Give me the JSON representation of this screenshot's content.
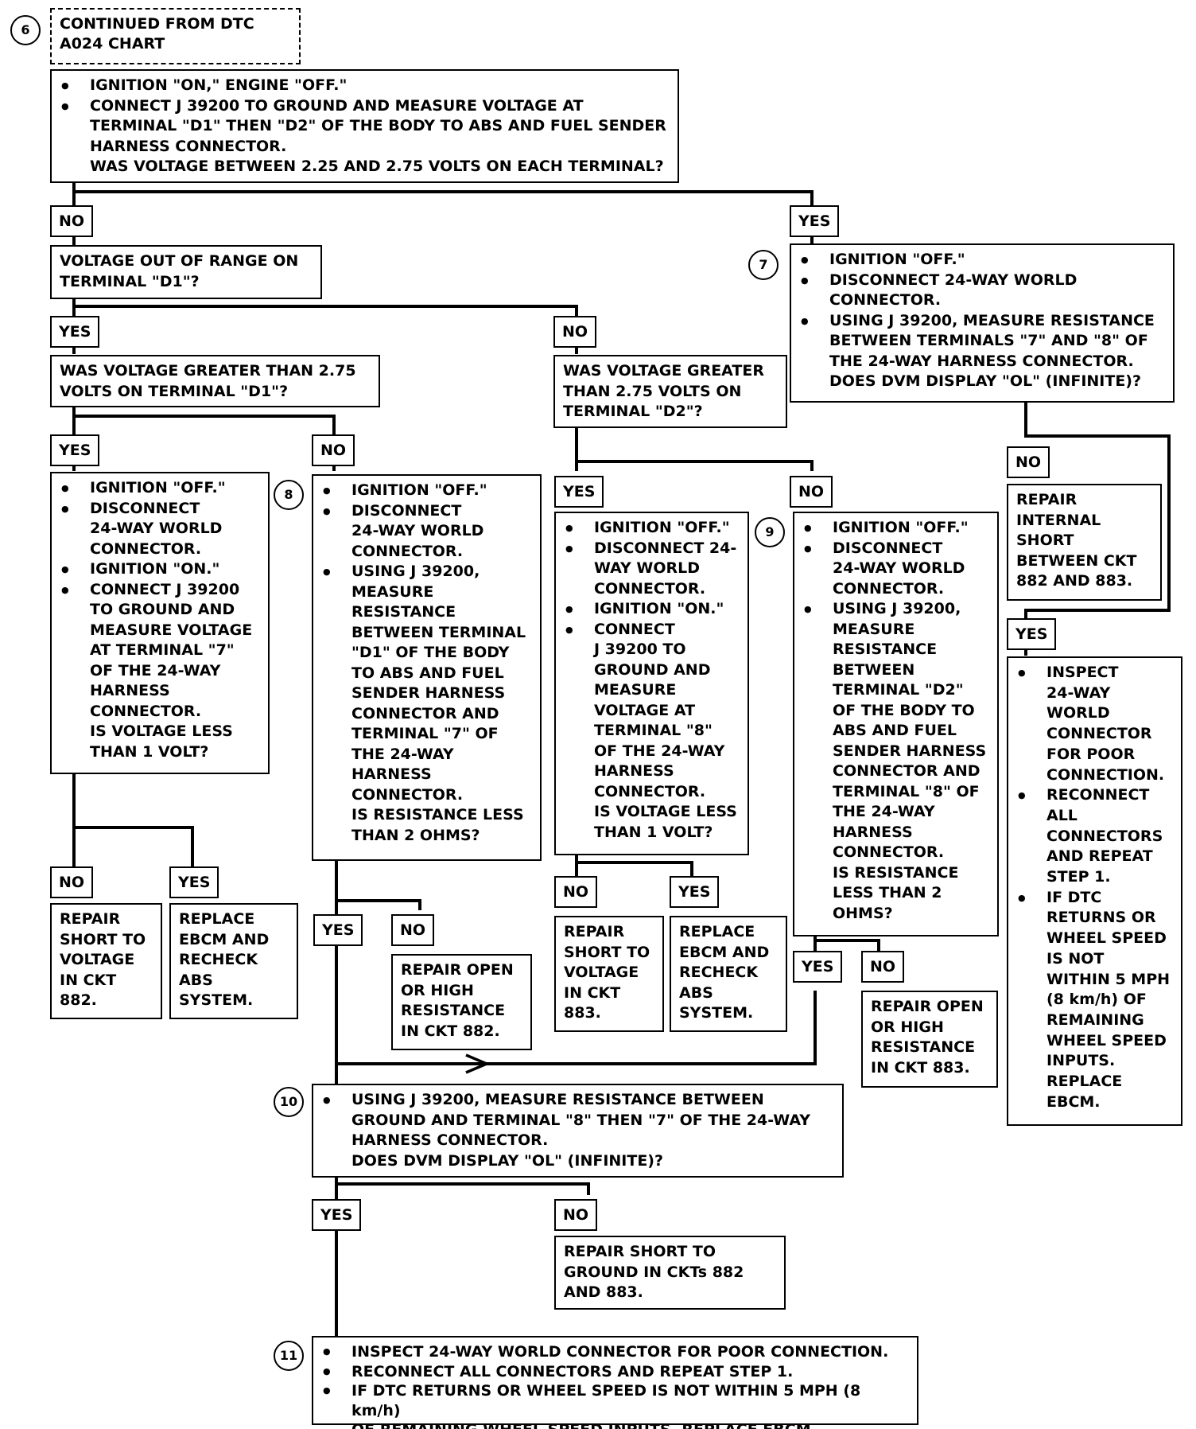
{
  "header": {
    "step": "6",
    "continued": [
      "CONTINUED FROM DTC",
      "A024 CHART"
    ]
  },
  "main_step": {
    "bullets": [
      "IGNITION \"ON,\" ENGINE \"OFF.\"",
      "CONNECT J 39200 TO GROUND AND MEASURE VOLTAGE AT",
      "TERMINAL \"D1\" THEN \"D2\" OF THE BODY TO ABS AND FUEL SENDER",
      "HARNESS CONNECTOR.",
      "WAS VOLTAGE BETWEEN 2.25 AND 2.75 VOLTS ON EACH TERMINAL?"
    ]
  },
  "answers": {
    "yes": "YES",
    "no": "NO"
  },
  "q_d1_range": [
    "VOLTAGE OUT OF RANGE ON",
    "TERMINAL \"D1\"?"
  ],
  "q_d1_greater": [
    "WAS VOLTAGE GREATER THAN 2.75",
    "VOLTS ON TERMINAL \"D1\"?"
  ],
  "q_d2_greater": [
    "WAS VOLTAGE GREATER",
    "THAN 2.75 VOLTS ON",
    "TERMINAL \"D2\"?"
  ],
  "step7": {
    "num": "7",
    "lines": [
      "IGNITION \"OFF.\"",
      "DISCONNECT 24-WAY WORLD",
      "CONNECTOR.",
      "USING J 39200, MEASURE RESISTANCE",
      "BETWEEN TERMINALS \"7\" AND \"8\" OF",
      "THE 24-WAY HARNESS CONNECTOR.",
      "DOES DVM DISPLAY \"OL\" (INFINITE)?"
    ]
  },
  "box_d1_voltage": {
    "lines": [
      "IGNITION \"OFF.\"",
      "DISCONNECT",
      "24-WAY WORLD",
      "CONNECTOR.",
      "IGNITION \"ON.\"",
      "CONNECT J 39200",
      "TO GROUND AND",
      "MEASURE VOLTAGE",
      "AT TERMINAL \"7\"",
      "OF THE 24-WAY",
      "HARNESS",
      "CONNECTOR.",
      "IS VOLTAGE LESS",
      "THAN 1 VOLT?"
    ]
  },
  "step8": {
    "num": "8",
    "lines": [
      "IGNITION \"OFF.\"",
      "DISCONNECT",
      "24-WAY WORLD",
      "CONNECTOR.",
      "USING J 39200,",
      "MEASURE",
      "RESISTANCE",
      "BETWEEN TERMINAL",
      "\"D1\" OF THE BODY",
      "TO ABS AND FUEL",
      "SENDER HARNESS",
      "CONNECTOR AND",
      "TERMINAL \"7\" OF",
      "THE 24-WAY",
      "HARNESS",
      "CONNECTOR.",
      "IS RESISTANCE LESS",
      "THAN 2 OHMS?"
    ]
  },
  "box_d2_voltage": {
    "lines": [
      "IGNITION \"OFF.\"",
      "DISCONNECT 24-",
      "WAY WORLD",
      "CONNECTOR.",
      "IGNITION \"ON.\"",
      "CONNECT",
      "J 39200 TO",
      "GROUND AND",
      "MEASURE",
      "VOLTAGE AT",
      "TERMINAL \"8\"",
      "OF THE 24-WAY",
      "HARNESS",
      "CONNECTOR.",
      "IS VOLTAGE LESS",
      "THAN 1 VOLT?"
    ]
  },
  "step9": {
    "num": "9",
    "lines": [
      "IGNITION \"OFF.\"",
      "DISCONNECT",
      "24-WAY WORLD",
      "CONNECTOR.",
      "USING J 39200,",
      "MEASURE",
      "RESISTANCE",
      "BETWEEN",
      "TERMINAL \"D2\"",
      "OF THE BODY TO",
      "ABS AND FUEL",
      "SENDER HARNESS",
      "CONNECTOR AND",
      "TERMINAL \"8\" OF",
      "THE 24-WAY",
      "HARNESS",
      "CONNECTOR.",
      "IS RESISTANCE",
      "LESS THAN 2",
      "OHMS?"
    ]
  },
  "repair_internal_short": [
    "REPAIR",
    "INTERNAL",
    "SHORT",
    "BETWEEN CKT",
    "882 AND 883."
  ],
  "inspect_right": {
    "lines": [
      "INSPECT",
      "24-WAY",
      "WORLD",
      "CONNECTOR",
      "FOR POOR",
      "CONNECTION.",
      "RECONNECT",
      "ALL",
      "CONNECTORS",
      "AND REPEAT",
      "STEP 1.",
      "IF DTC",
      "RETURNS OR",
      "WHEEL SPEED",
      "IS NOT",
      "WITHIN 5 MPH",
      "(8 km/h) OF",
      "REMAINING",
      "WHEEL SPEED",
      "INPUTS.",
      "REPLACE",
      "EBCM."
    ]
  },
  "repair_short_voltage_882": [
    "REPAIR",
    "SHORT TO",
    "VOLTAGE",
    "IN CKT",
    "882."
  ],
  "replace_ebcm_1": [
    "REPLACE",
    "EBCM AND",
    "RECHECK",
    "ABS",
    "SYSTEM."
  ],
  "repair_open_882": [
    "REPAIR OPEN",
    "OR HIGH",
    "RESISTANCE",
    "IN CKT 882."
  ],
  "repair_short_voltage_883": [
    "REPAIR",
    "SHORT TO",
    "VOLTAGE",
    "IN CKT",
    "883."
  ],
  "replace_ebcm_2": [
    "REPLACE",
    "EBCM AND",
    "RECHECK",
    "ABS",
    "SYSTEM."
  ],
  "repair_open_883": [
    "REPAIR OPEN",
    "OR HIGH",
    "RESISTANCE",
    "IN CKT 883."
  ],
  "step10": {
    "num": "10",
    "lines": [
      "USING J 39200, MEASURE RESISTANCE BETWEEN",
      "GROUND AND TERMINAL \"8\" THEN \"7\" OF THE 24-WAY",
      "HARNESS CONNECTOR.",
      "DOES DVM DISPLAY \"OL\" (INFINITE)?"
    ]
  },
  "repair_short_ground": [
    "REPAIR SHORT TO",
    "GROUND IN CKTs 882",
    "AND 883."
  ],
  "step11": {
    "num": "11",
    "lines": [
      "INSPECT 24-WAY WORLD CONNECTOR FOR POOR CONNECTION.",
      "RECONNECT ALL CONNECTORS AND REPEAT STEP 1.",
      "IF DTC RETURNS OR WHEEL SPEED IS NOT WITHIN 5 MPH (8 km/h)",
      "OF REMAINING WHEEL SPEED INPUTS, REPLACE EBCM."
    ]
  }
}
